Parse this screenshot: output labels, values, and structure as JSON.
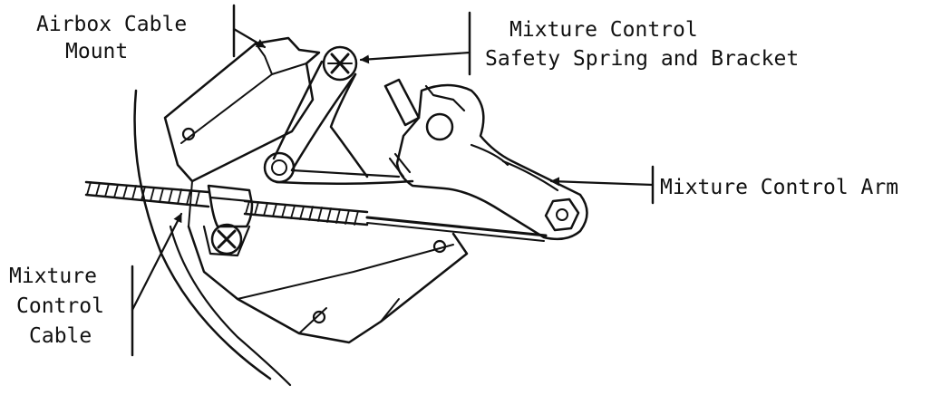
{
  "labels": {
    "airbox_cable_mount": {
      "line1": "Airbox Cable",
      "line2": "Mount"
    },
    "safety_spring": {
      "line1": "Mixture Control",
      "line2": "Safety Spring and Bracket"
    },
    "control_arm": {
      "line1": "Mixture Control Arm"
    },
    "control_cable": {
      "line1": "Mixture",
      "line2": "Control",
      "line3": "Cable"
    }
  },
  "colors": {
    "ink": "#111111",
    "paper": "#ffffff"
  }
}
